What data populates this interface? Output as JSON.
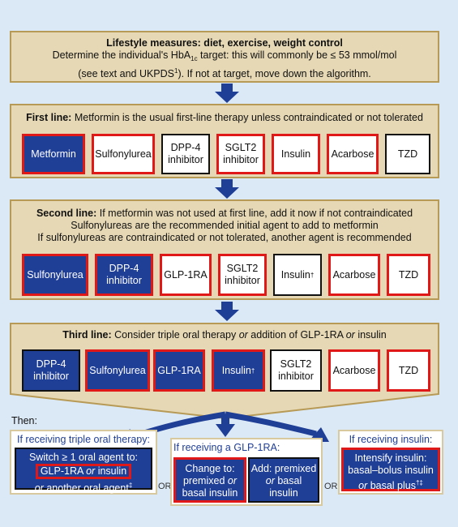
{
  "lifestyle": {
    "title": "Lifestyle measures: diet, exercise, weight control",
    "line2_pre": "Determine the individual's HbA",
    "line2_sub": "1c",
    "line2_post": " target: this will commonly be ≤ 53 mmol/mol",
    "line3_pre": "(see text and UKPDS",
    "line3_sup": "1",
    "line3_post": "). If not at target, move down the algorithm."
  },
  "first_line": {
    "label": "First line:",
    "text": "Metformin is the usual first-line therapy unless contraindicated or not tolerated",
    "options": [
      "Metformin",
      "Sulfonylurea",
      "DPP-4 inhibitor",
      "SGLT2 inhibitor",
      "Insulin",
      "Acarbose",
      "TZD"
    ]
  },
  "second_line": {
    "label": "Second line:",
    "text1": "If metformin was not used at first line, add it now if not contraindicated",
    "text2": "Sulfonylureas are the recommended initial agent to add to metformin",
    "text3": "If sulfonylureas are contraindicated or not tolerated, another agent is recommended",
    "options": [
      "Sulfonylurea",
      "DPP-4 inhibitor",
      "GLP-1RA",
      "SGLT2 inhibitor",
      "Insulin",
      "Acarbose",
      "TZD"
    ],
    "insulin_sup": "†"
  },
  "third_line": {
    "label": "Third line:",
    "text_pre": "Consider triple oral therapy ",
    "text_or": "or",
    "text_mid": " addition of GLP-1RA ",
    "text_or2": "or",
    "text_post": " insulin",
    "options": [
      "DPP-4 inhibitor",
      "Sulfonylurea",
      "GLP-1RA",
      "Insulin",
      "SGLT2 inhibitor",
      "Acarbose",
      "TZD"
    ],
    "insulin_sup": "†"
  },
  "then": {
    "label": "Then:",
    "triple": {
      "title": "If receiving triple oral therapy:",
      "line1": "Switch ≥ 1 oral agent to:",
      "hl_a": "GLP-1RA ",
      "hl_or": "or",
      "hl_b": " insulin",
      "line3_or": "or",
      "line3_post": " another oral agent",
      "line3_sup": "‡"
    },
    "or1": "OR",
    "glp": {
      "title": "If receiving a GLP-1RA:",
      "left_a": "Change to:",
      "left_b_pre": "premixed ",
      "left_b_or": "or",
      "left_c": "basal insulin",
      "right_a": "Add: premixed",
      "right_b_or": "or",
      "right_b_post": " basal",
      "right_c": "insulin"
    },
    "or2": "OR",
    "insulin": {
      "title": "If receiving insulin:",
      "line1": "Intensify insulin:",
      "line2": "basal–bolus insulin",
      "line3_or": "or",
      "line3_post": " basal plus",
      "line3_sup": "†‡"
    }
  },
  "colors": {
    "navy": "#1f3e96",
    "red": "#e01818",
    "tan": "#e6d8b4",
    "tan_border": "#b79a55",
    "background": "#dbe9f7"
  }
}
